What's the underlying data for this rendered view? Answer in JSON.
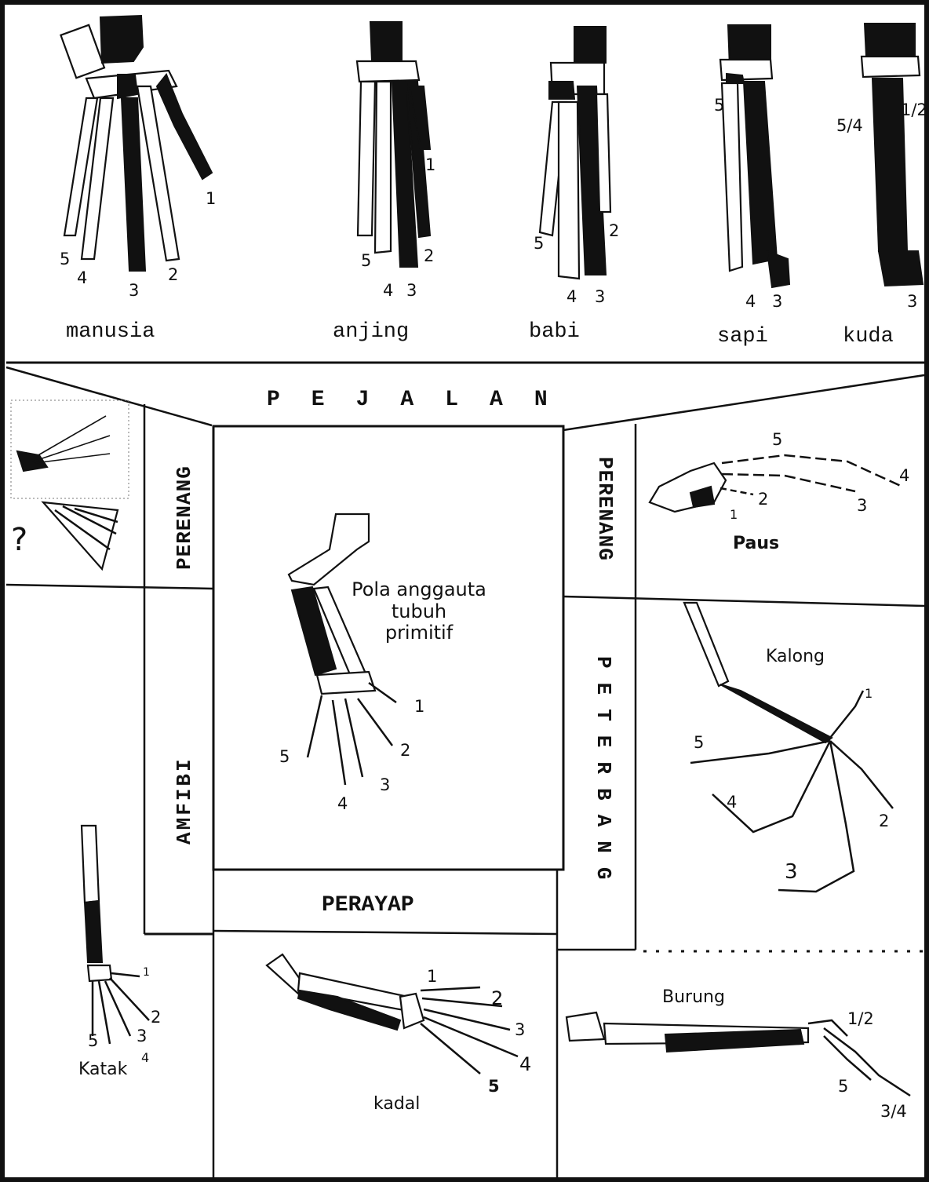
{
  "panels": {
    "top": [
      {
        "name": "manusia",
        "numbers": [
          "5",
          "4",
          "3",
          "2",
          "1"
        ]
      },
      {
        "name": "anjing",
        "numbers": [
          "5",
          "4",
          "3",
          "2",
          "1"
        ]
      },
      {
        "name": "babi",
        "numbers": [
          "5",
          "4",
          "3",
          "2"
        ]
      },
      {
        "name": "sapi",
        "numbers": [
          "5",
          "4",
          "3"
        ]
      },
      {
        "name": "kuda",
        "numbers": [
          "5/4",
          "1/2",
          "3"
        ]
      }
    ]
  },
  "categories": {
    "top": "PEJALAN",
    "left_upper": "PERENANG",
    "right_upper": "PERENANG",
    "left_lower": "AMFIBI",
    "right_lower": "PETERBANG",
    "bottom": "PERAYAP"
  },
  "center": {
    "title_lines": [
      "Pola anggauta",
      "tubuh",
      "primitif"
    ],
    "numbers": [
      "1",
      "2",
      "3",
      "4",
      "5"
    ]
  },
  "animals": {
    "unknown": {
      "mark": "?"
    },
    "paus": {
      "name": "Paus",
      "numbers": [
        "5",
        "4",
        "3",
        "2",
        "1"
      ]
    },
    "kalong": {
      "name": "Kalong",
      "numbers": [
        "1",
        "2",
        "3",
        "4",
        "5"
      ]
    },
    "katak": {
      "name": "Katak",
      "numbers": [
        "1",
        "2",
        "3",
        "4",
        "5"
      ]
    },
    "kadal": {
      "name": "kadal",
      "numbers": [
        "1",
        "2",
        "3",
        "4",
        "5"
      ]
    },
    "burung": {
      "name": "Burung",
      "numbers": [
        "1/2",
        "5",
        "3/4"
      ]
    }
  }
}
